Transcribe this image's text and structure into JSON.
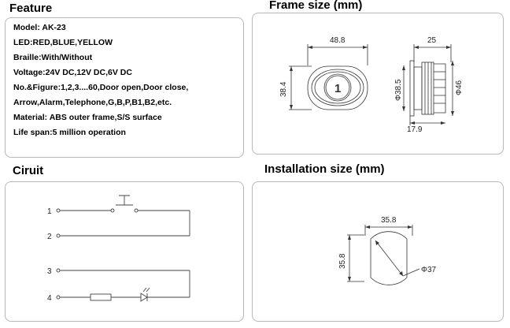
{
  "sections": {
    "feature": "Feature",
    "frame": "Frame size (mm)",
    "circuit": "Ciruit",
    "installation": "Installation size (mm)"
  },
  "feature_lines": [
    "Model: AK-23",
    "LED:RED,BLUE,YELLOW",
    "Braille:With/Without",
    "Voltage:24V DC,12V DC,6V DC",
    "No.&Figure:1,2,3....60,Door open,Door close,",
    "Arrow,Alarm,Telephone,G,B,P,B1,B2,etc.",
    "Material: ABS outer frame,S/S surface",
    "Life span:5 million operation"
  ],
  "frame": {
    "width": "48.8",
    "height": "38.4",
    "inner_diameter": "Φ38.5",
    "outer_diameter": "Φ46",
    "depth": "25",
    "base_depth": "17.9",
    "button_glyph": "1"
  },
  "circuit": {
    "terminals": [
      "1",
      "2",
      "3",
      "4"
    ]
  },
  "installation": {
    "width": "35.8",
    "height": "35.8",
    "hole_diameter": "Φ37"
  }
}
